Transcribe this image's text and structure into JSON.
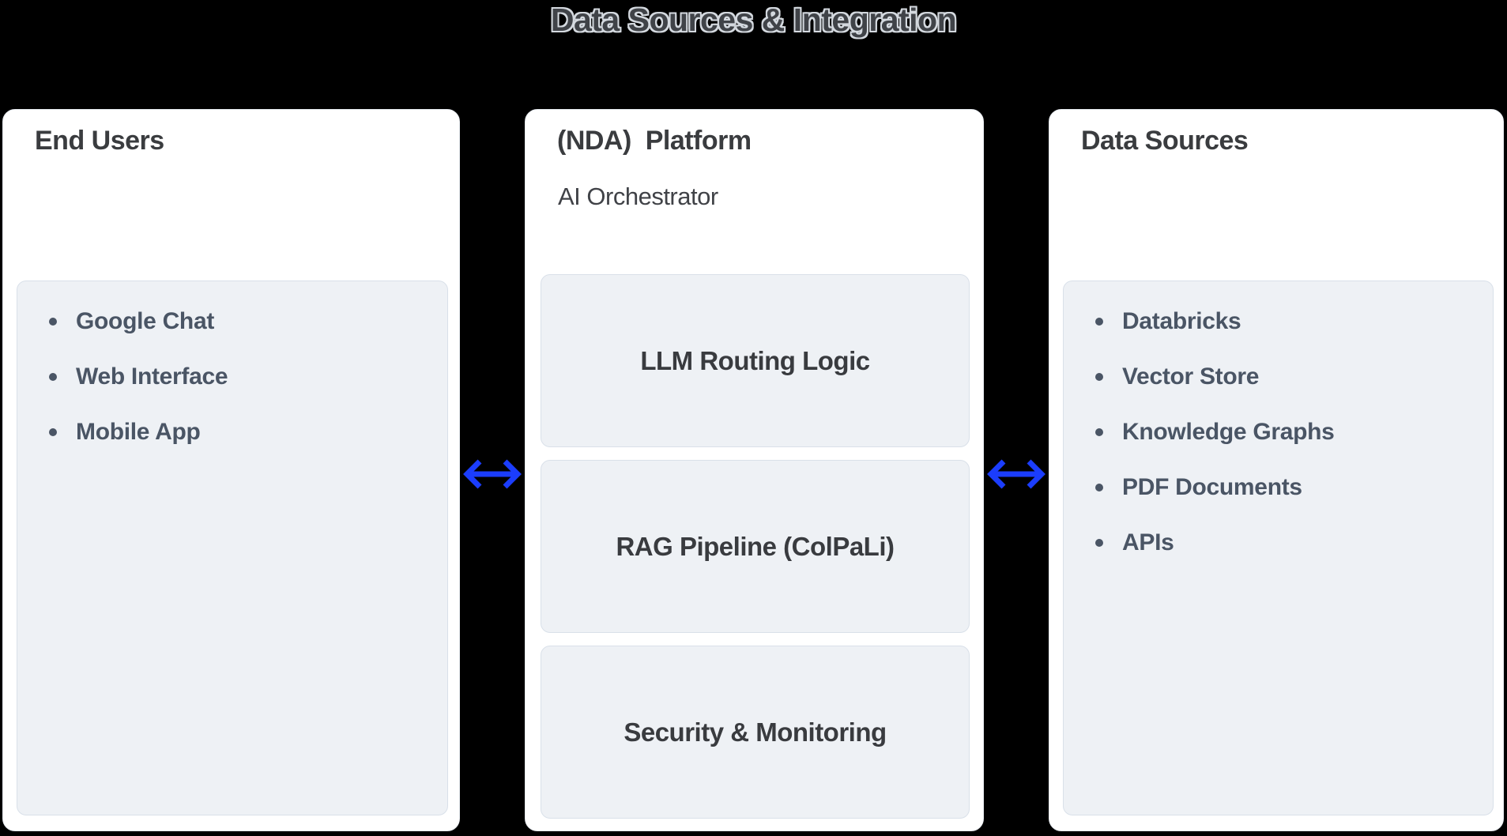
{
  "title": "Data Sources & Integration",
  "colors": {
    "background": "#000000",
    "panel_bg": "#ffffff",
    "inner_box_bg": "#eef1f5",
    "inner_box_border": "#d9e0e9",
    "heading_text": "#3a3c3f",
    "list_text": "#4a5565",
    "arrow_blue": "#1b3dfd"
  },
  "icons": {
    "connector": "bidirectional-arrow",
    "list_marker": "bullet-dot"
  },
  "panels": {
    "end_users": {
      "title": "End Users",
      "items": [
        "Google Chat",
        "Web Interface",
        "Mobile App"
      ]
    },
    "platform": {
      "title": "(NDA)  Platform",
      "subtitle": "AI Orchestrator",
      "boxes": [
        "LLM Routing Logic",
        "RAG Pipeline (ColPaLi)",
        "Security & Monitoring"
      ]
    },
    "data_sources": {
      "title": "Data Sources",
      "items": [
        "Databricks",
        "Vector Store",
        "Knowledge Graphs",
        "PDF Documents",
        "APIs"
      ]
    }
  }
}
